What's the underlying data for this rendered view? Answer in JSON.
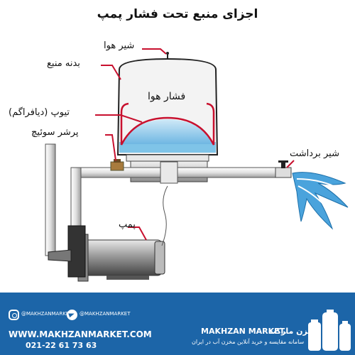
{
  "title": "اجزای منبع تحت فشار پمپ",
  "labels": {
    "air_valve": "شیر هوا",
    "tank_body": "بدنه منبع",
    "air_pressure": "فشار هوا",
    "diaphragm": "تیوپ (دیافراگم)",
    "pressure_switch": "پرشر سوئیچ",
    "outlet_valve": "شیر برداشت",
    "pump": "پمپ"
  },
  "footer": {
    "instagram_handle": "@MAKHZANMARKET",
    "telegram_handle": "@MAKHZANMARKET",
    "website": "WWW.MAKHZANMARKET.COM",
    "phone": "021-22 61 73 63",
    "brand_en": "MAKHZAN MARKET.",
    "brand_fa": "مخزن مارکت",
    "tagline": "سامانه مقایسه و خرید آنلاین مخزن آب در ایران"
  },
  "colors": {
    "accent_red": "#c8102e",
    "water_blue": "#7fc4e8",
    "footer_blue": "#1c65a8"
  }
}
